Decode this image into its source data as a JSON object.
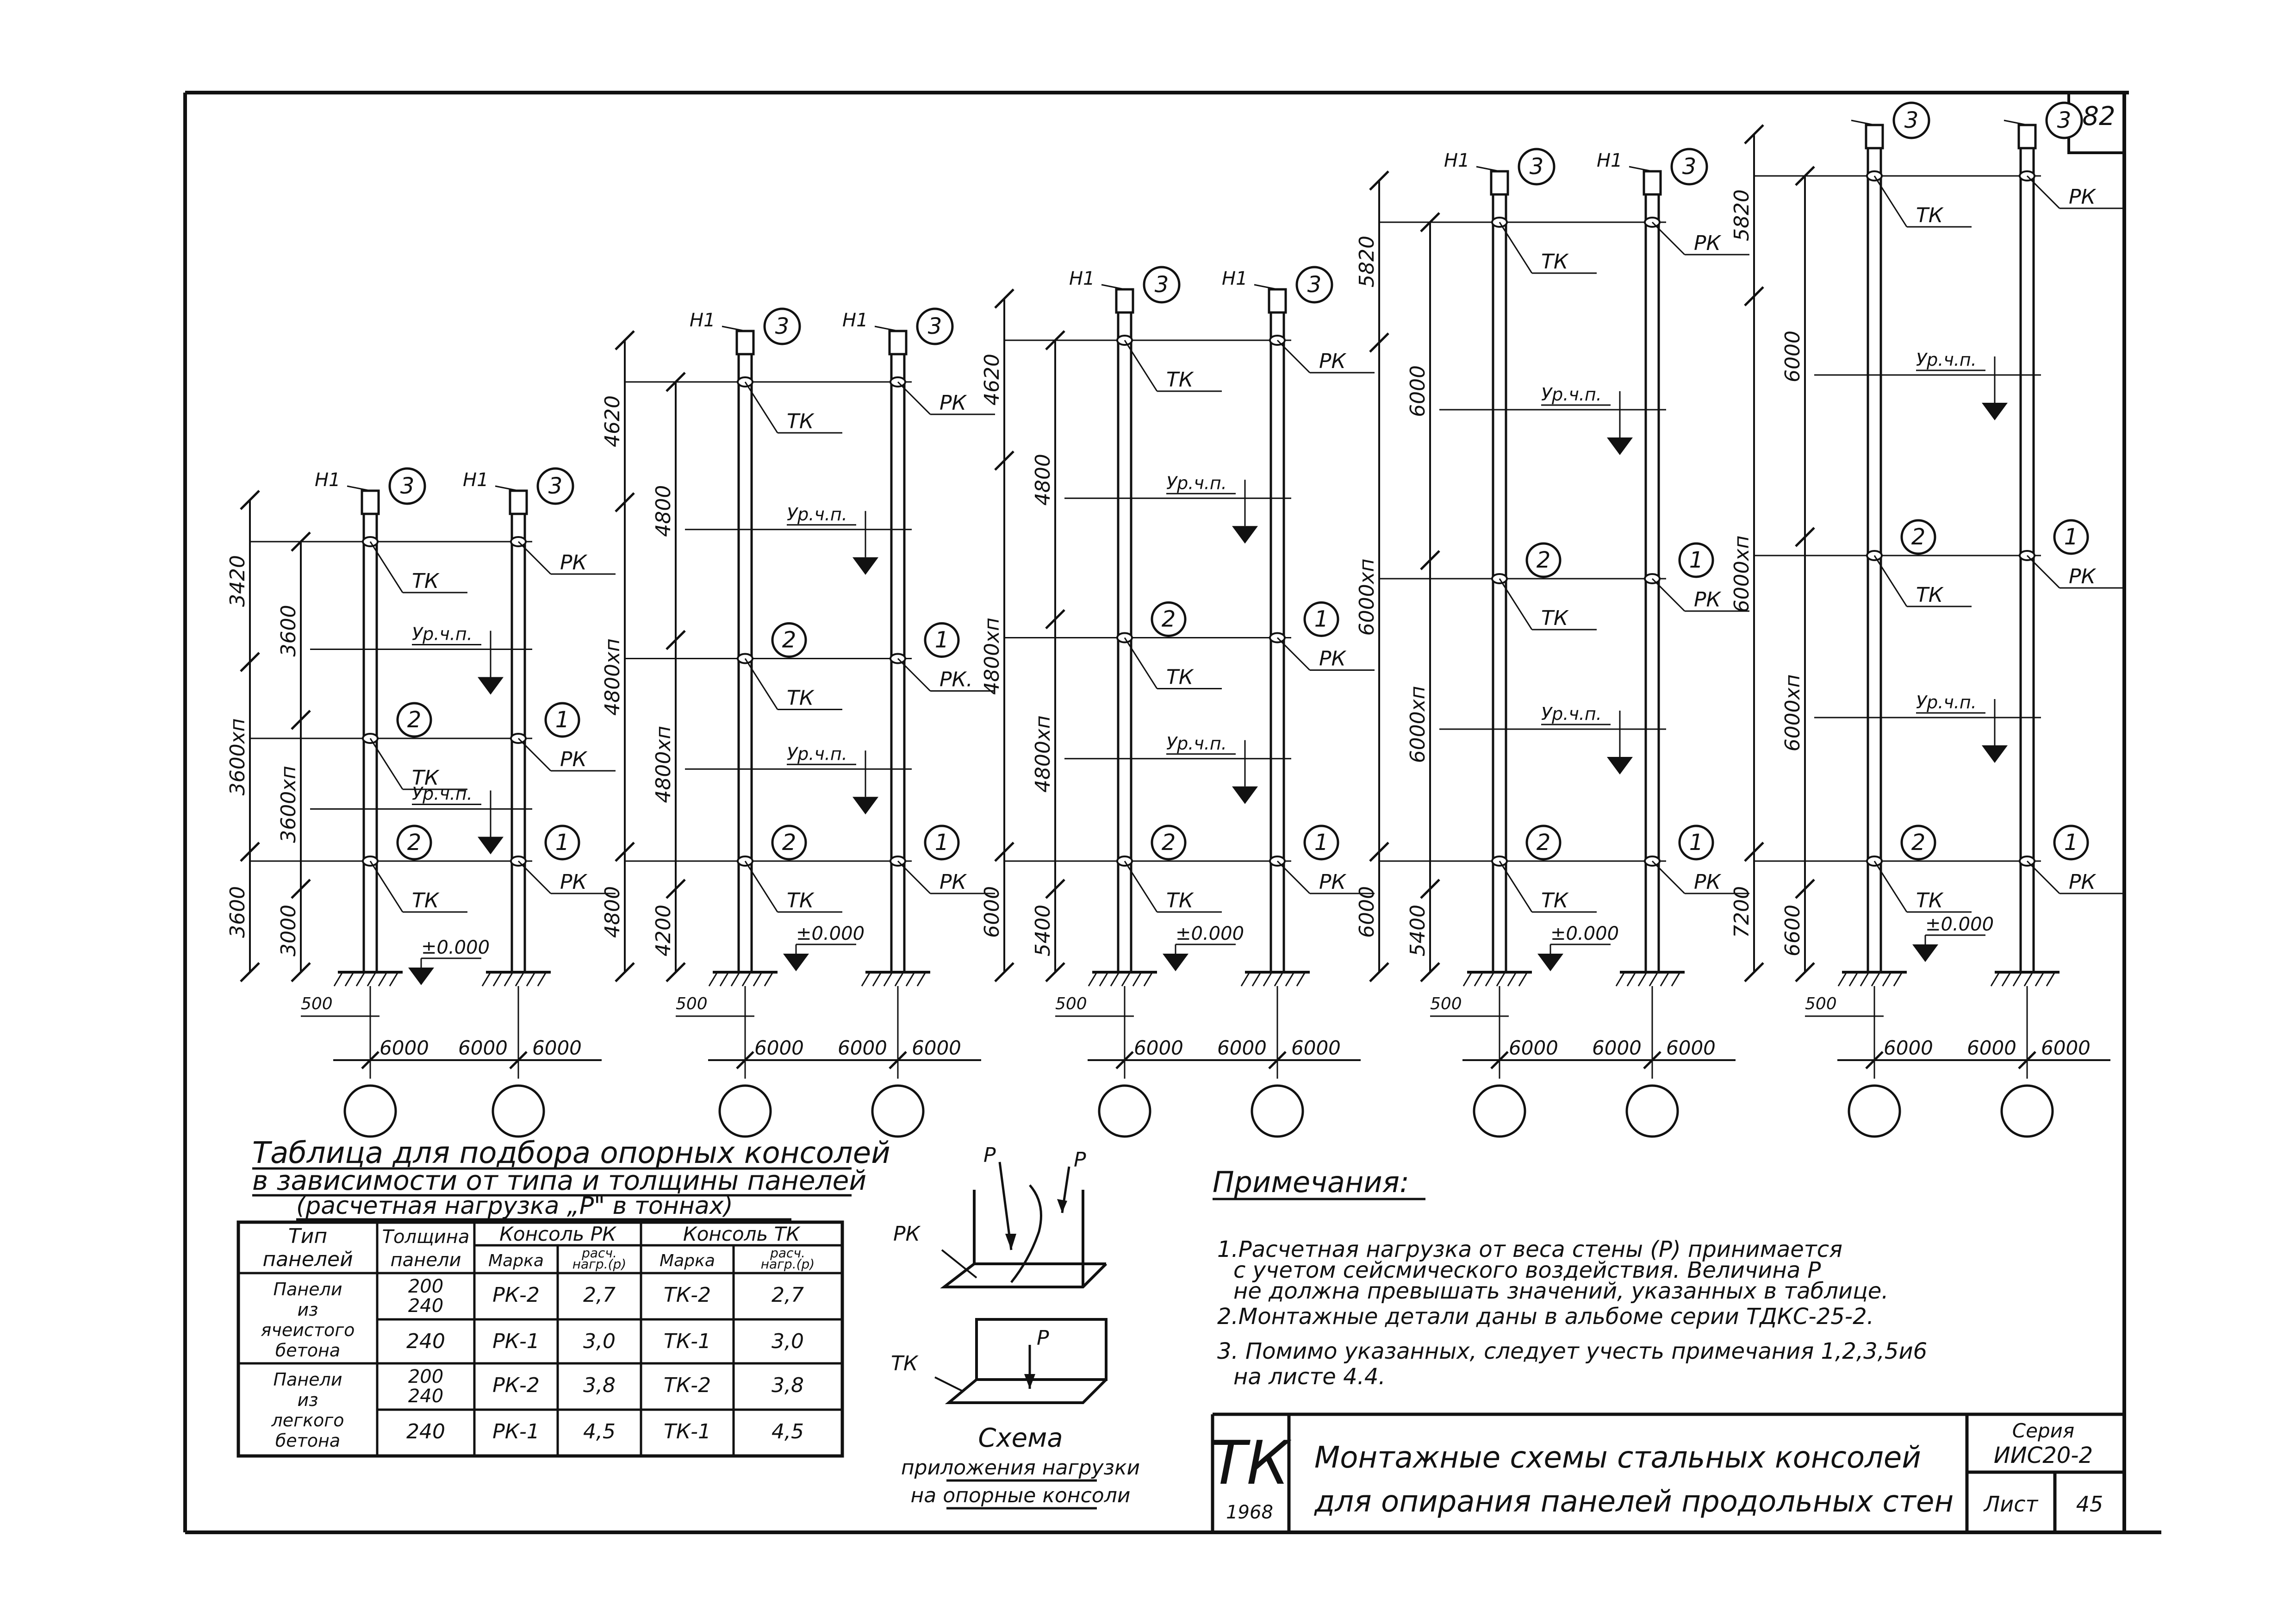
{
  "sheet_number": "82",
  "elevations": [
    {
      "top_label": "Н1",
      "top_marks": [
        "3",
        "3"
      ],
      "left_dims_outer": [
        "3420",
        "3600хп",
        "3600"
      ],
      "left_dims_inner": [
        "3600",
        "3600хп",
        "3000"
      ],
      "col1_labels": [
        "ТК",
        "ТК",
        "ТК"
      ],
      "col1_marks": [
        "2",
        "2"
      ],
      "col2_labels": [
        "РК",
        "РК",
        "РК"
      ],
      "col2_marks": [
        "1",
        "1"
      ],
      "level_labels": [
        "Ур.ч.п.",
        "Ур.ч.п."
      ],
      "zero_label": "±0.000",
      "offset_label": "500",
      "bottom_dims": [
        "6000",
        "6000",
        "6000"
      ]
    },
    {
      "top_label": "Н1",
      "top_marks": [
        "3",
        "3"
      ],
      "left_dims_outer": [
        "4620",
        "4800хп",
        "4800"
      ],
      "left_dims_inner": [
        "4800",
        "4800хп",
        "4200"
      ],
      "col1_labels": [
        "ТК",
        "ТК",
        "ТК"
      ],
      "col1_marks": [
        "2",
        "2"
      ],
      "col2_labels": [
        "РК",
        "РК.",
        "РК"
      ],
      "col2_marks": [
        "1",
        "1"
      ],
      "level_labels": [
        "Ур.ч.п.",
        "Ур.ч.п."
      ],
      "zero_label": "±0.000",
      "offset_label": "500",
      "bottom_dims": [
        "6000",
        "6000",
        "6000"
      ]
    },
    {
      "top_label": "Н1",
      "top_marks": [
        "3",
        "3"
      ],
      "left_dims_outer": [
        "4620",
        "4800хп",
        "6000"
      ],
      "left_dims_inner": [
        "4800",
        "4800хп",
        "5400"
      ],
      "col1_labels": [
        "ТК",
        "ТК",
        "ТК"
      ],
      "col1_marks": [
        "2",
        "2"
      ],
      "col2_labels": [
        "РК",
        "РК",
        "РК"
      ],
      "col2_marks": [
        "1",
        "1"
      ],
      "level_labels": [
        "Ур.ч.п.",
        "Ур.ч.п."
      ],
      "zero_label": "±0.000",
      "offset_label": "500",
      "bottom_dims": [
        "6000",
        "6000",
        "6000"
      ]
    },
    {
      "top_label": "Н1",
      "top_marks": [
        "3",
        "3"
      ],
      "left_dims_outer": [
        "5820",
        "6000хп",
        "6000"
      ],
      "left_dims_inner": [
        "6000",
        "6000хп",
        "5400"
      ],
      "col1_labels": [
        "ТК",
        "ТК",
        "ТК"
      ],
      "col1_marks": [
        "2",
        "2"
      ],
      "col2_labels": [
        "РК",
        "РК",
        "РК"
      ],
      "col2_marks": [
        "1",
        "1"
      ],
      "level_labels": [
        "Ур.ч.п.",
        "Ур.ч.п."
      ],
      "zero_label": "±0.000",
      "offset_label": "500",
      "bottom_dims": [
        "6000",
        "6000",
        "6000"
      ]
    },
    {
      "top_label": "",
      "top_marks": [
        "3",
        "3"
      ],
      "left_dims_outer": [
        "5820",
        "6000хп",
        "7200"
      ],
      "left_dims_inner": [
        "6000",
        "6000хп",
        "6600"
      ],
      "col1_labels": [
        "ТК",
        "ТК",
        "ТК"
      ],
      "col1_marks": [
        "2",
        "2"
      ],
      "col2_labels": [
        "РК",
        "РК",
        "РК"
      ],
      "col2_marks": [
        "1",
        "1"
      ],
      "level_labels": [
        "Ур.ч.п.",
        "Ур.ч.п."
      ],
      "zero_label": "±0.000",
      "offset_label": "500",
      "bottom_dims": [
        "6000",
        "6000",
        "6000"
      ]
    }
  ],
  "table": {
    "caption": [
      "Таблица для подбора опорных консолей",
      "в зависимости от типа и толщины панелей",
      "(расчетная нагрузка „Р\" в тоннах)"
    ],
    "headers": {
      "type_l1": "Тип",
      "type_l2": "панелей",
      "thick_l1": "Толщина",
      "thick_l2": "панели",
      "pk_group": "Консоль РК",
      "tk_group": "Консоль ТК",
      "mark": "Марка",
      "load_l1": "расч.",
      "load_l2": "нагр.(р)"
    },
    "groups": [
      {
        "type": [
          "Панели",
          "из",
          "ячеистого",
          "бетона"
        ],
        "rows": [
          {
            "thickness": [
              "200",
              "240"
            ],
            "pk_mark": "РК-2",
            "pk_load": "2,7",
            "tk_mark": "ТК-2",
            "tk_load": "2,7"
          },
          {
            "thickness": [
              "240"
            ],
            "pk_mark": "РК-1",
            "pk_load": "3,0",
            "tk_mark": "ТК-1",
            "tk_load": "3,0"
          }
        ]
      },
      {
        "type": [
          "Панели",
          "из",
          "легкого",
          "бетона"
        ],
        "rows": [
          {
            "thickness": [
              "200",
              "240"
            ],
            "pk_mark": "РК-2",
            "pk_load": "3,8",
            "tk_mark": "ТК-2",
            "tk_load": "3,8"
          },
          {
            "thickness": [
              "240"
            ],
            "pk_mark": "РК-1",
            "pk_load": "4,5",
            "tk_mark": "ТК-1",
            "tk_load": "4,5"
          }
        ]
      }
    ]
  },
  "scheme": {
    "load": "Р",
    "pk": "РК",
    "tk": "ТК",
    "caption": [
      "Схема",
      "приложения нагрузки",
      "на опорные консоли"
    ]
  },
  "notes": {
    "title": "Примечания:",
    "lines": [
      "1.Расчетная нагрузка от веса стены (Р) принимается",
      "с учетом сейсмического воздействия. Величина Р",
      "не должна превышать значений, указанных в таблице.",
      "2.Монтажные детали даны в альбоме серии ТДКС-25-2.",
      "3. Помимо указанных, следует учесть примечания 1,2,3,5и6",
      "на листе 4.4."
    ]
  },
  "title_block": {
    "code": "ТК",
    "year": "1968",
    "title": [
      "Монтажные схемы стальных консолей",
      "для опирания панелей продольных стен"
    ],
    "series_label": "Серия",
    "series_value": "ИИС20-2",
    "sheet_label": "Лист",
    "sheet_value": "45"
  }
}
